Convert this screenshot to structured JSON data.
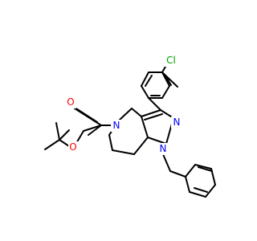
{
  "molecule": {
    "atoms": {
      "chlorine": {
        "text": "Cl",
        "color": "#00a000"
      },
      "ester_oxygen": {
        "text": "O",
        "color": "#ff0000"
      },
      "carbonyl_oxygen": {
        "text": "O",
        "color": "#ff0000"
      },
      "ring_nitrogen": {
        "text": "N",
        "color": "#0000ff"
      },
      "pyrazole_n1": {
        "text": "N",
        "color": "#0000ff"
      },
      "pyrazole_n2": {
        "text": "N",
        "color": "#0000ff"
      }
    },
    "bond_color": "#000000"
  }
}
